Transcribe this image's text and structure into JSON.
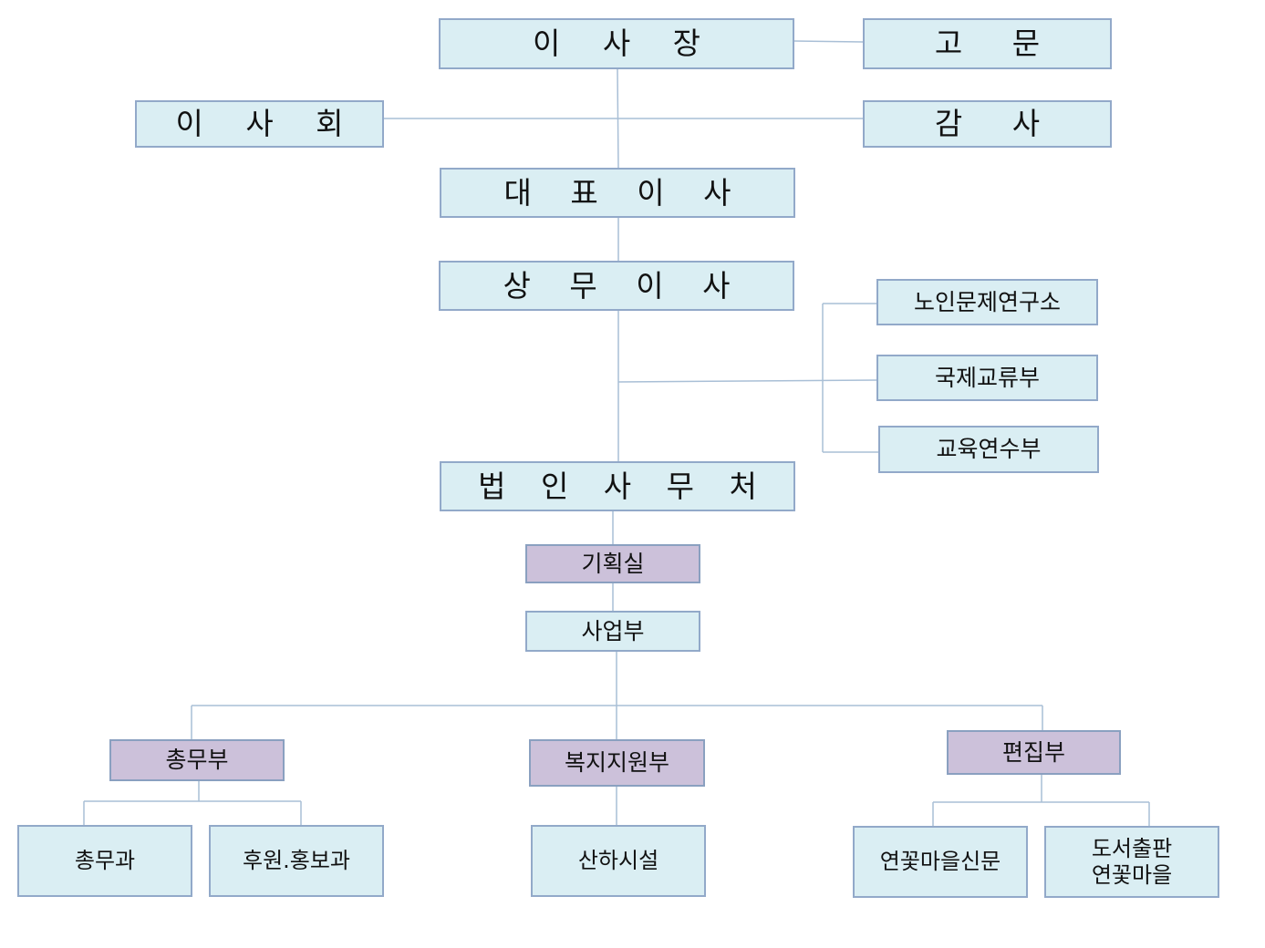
{
  "title": "",
  "nodes": {
    "chairman": "이 사 장",
    "advisor": "고 문",
    "board": "이 사 회",
    "auditor": "감 사",
    "ceo": "대 표 이 사",
    "managing_director": "상 무 이 사",
    "research_institute": "노인문제연구소",
    "international_exchange": "국제교류부",
    "training": "교육연수부",
    "corporate_office": "법 인 사 무 처",
    "planning_office": "기획실",
    "business_department": "사업부",
    "general_affairs_department": "총무부",
    "welfare_support_department": "복지지원부",
    "editorial_department": "편집부",
    "general_affairs_section": "총무과",
    "sponsorship_pr_section": "후원.홍보과",
    "affiliated_facilities": "산하시설",
    "newspaper": "연꽃마을신문",
    "publishing": "도서출판\n연꽃마을"
  },
  "colors": {
    "box_fill": "#daeef3",
    "box_border": "#92a9c9",
    "highlight_fill": "#ccc1da",
    "connector": "#a9bfd6"
  }
}
